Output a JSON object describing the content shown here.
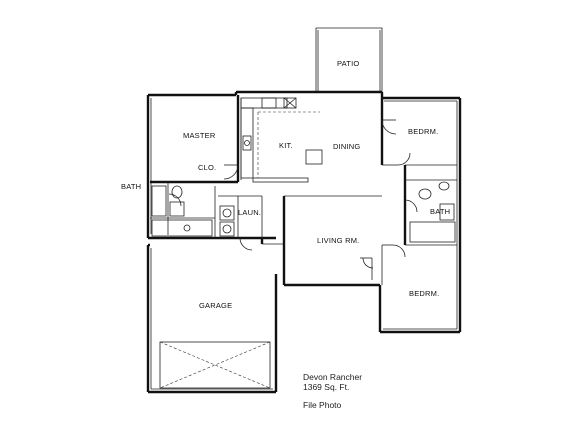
{
  "rooms": {
    "patio": "PATIO",
    "master": "MASTER",
    "kit": "KIT.",
    "dining": "DINING",
    "bedrm_top": "BEDRM.",
    "clo": "CLO.",
    "bath_left": "BATH",
    "laun": "LAUN.",
    "living": "LIVING RM.",
    "bath_right": "BATH",
    "bedrm_bottom": "BEDRM.",
    "garage": "GARAGE"
  },
  "caption": {
    "name": "Devon Rancher",
    "area": "1369 Sq. Ft.",
    "note": "File Photo"
  }
}
